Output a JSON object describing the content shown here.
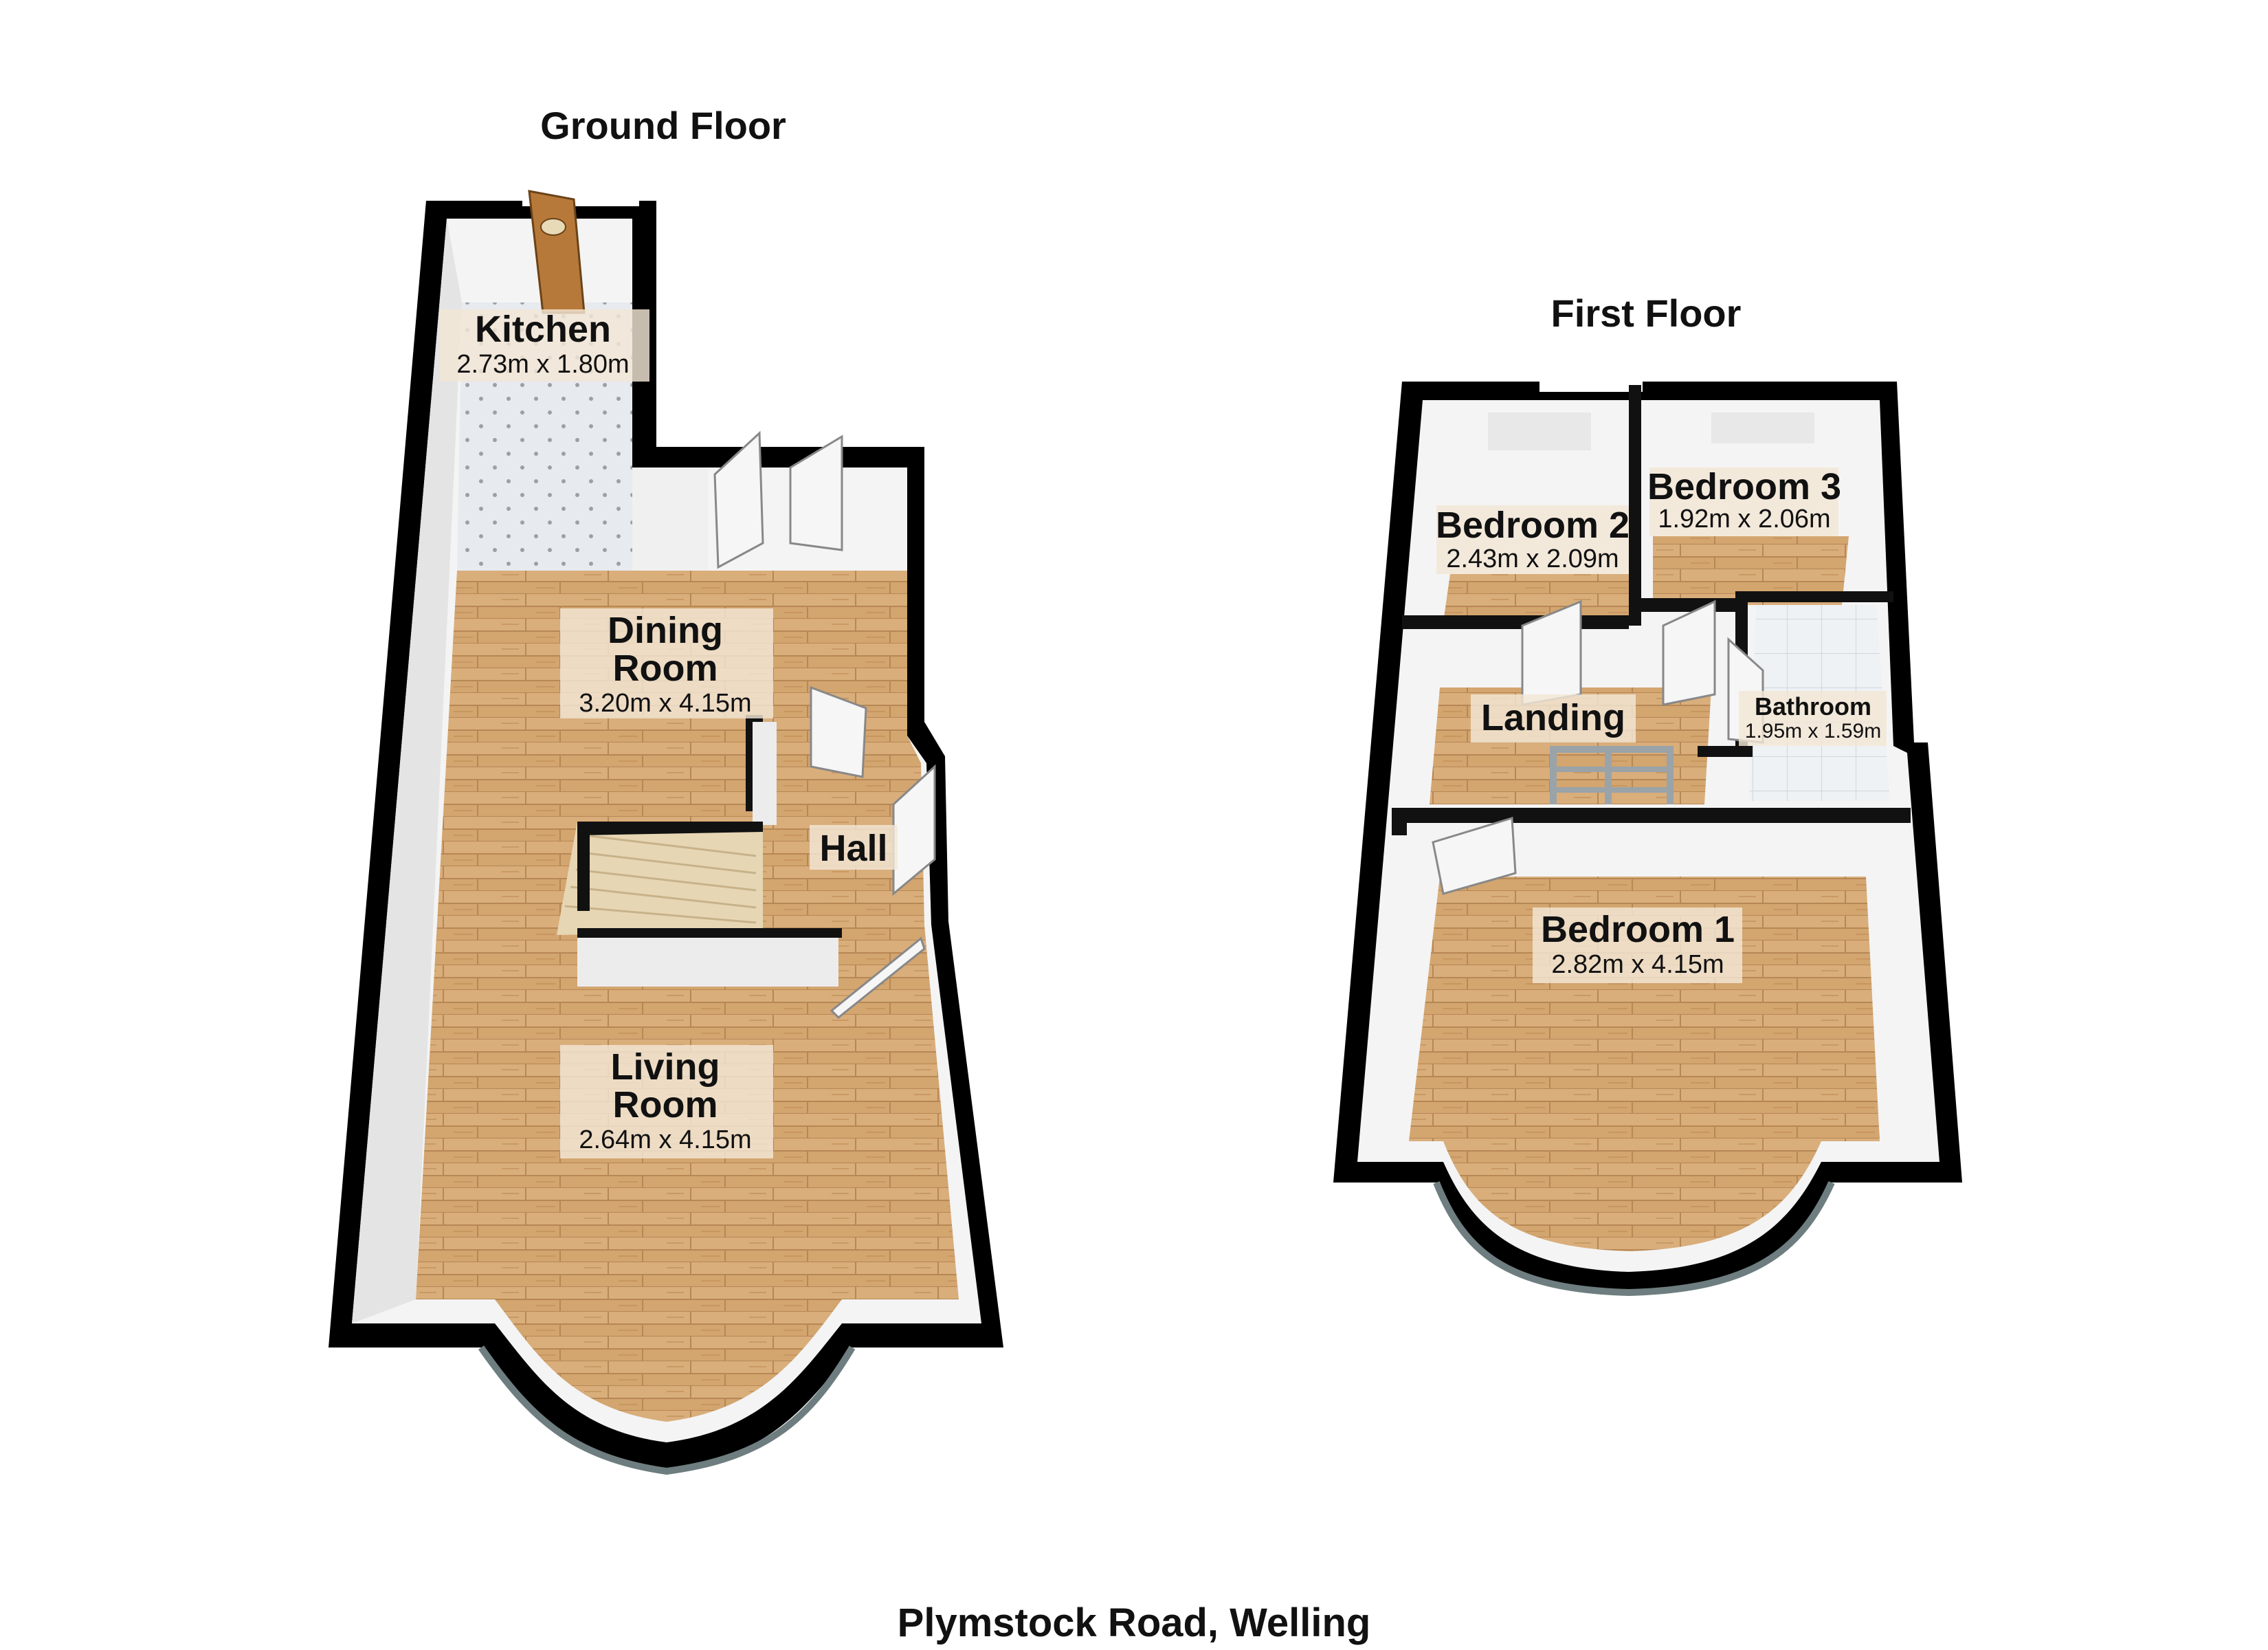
{
  "ground_floor": {
    "title": "Ground Floor",
    "rooms": [
      {
        "name": "Kitchen",
        "dims": "2.73m x 1.80m"
      },
      {
        "name_line1": "Dining",
        "name_line2": "Room",
        "dims": "3.20m x 4.15m"
      },
      {
        "name": "Hall"
      },
      {
        "name_line1": "Living",
        "name_line2": "Room",
        "dims": "2.64m x 4.15m"
      }
    ]
  },
  "first_floor": {
    "title": "First Floor",
    "rooms": [
      {
        "name": "Bedroom 2",
        "dims": "2.43m x 2.09m"
      },
      {
        "name": "Bedroom 3",
        "dims": "1.92m x 2.06m"
      },
      {
        "name": "Landing"
      },
      {
        "name": "Bathroom",
        "dims": "1.95m x 1.59m"
      },
      {
        "name": "Bedroom 1",
        "dims": "2.82m x 4.15m"
      }
    ]
  },
  "caption": "Plymstock Road, Welling",
  "colors": {
    "wall": "#000000",
    "inner_wall": "#ececec",
    "floor_wood": "#d2a46e",
    "kitchen_tile": "#e6e9ee",
    "stairs": "#e7d6b4",
    "door": "#f2f2f2",
    "front_door": "#b7793a"
  }
}
